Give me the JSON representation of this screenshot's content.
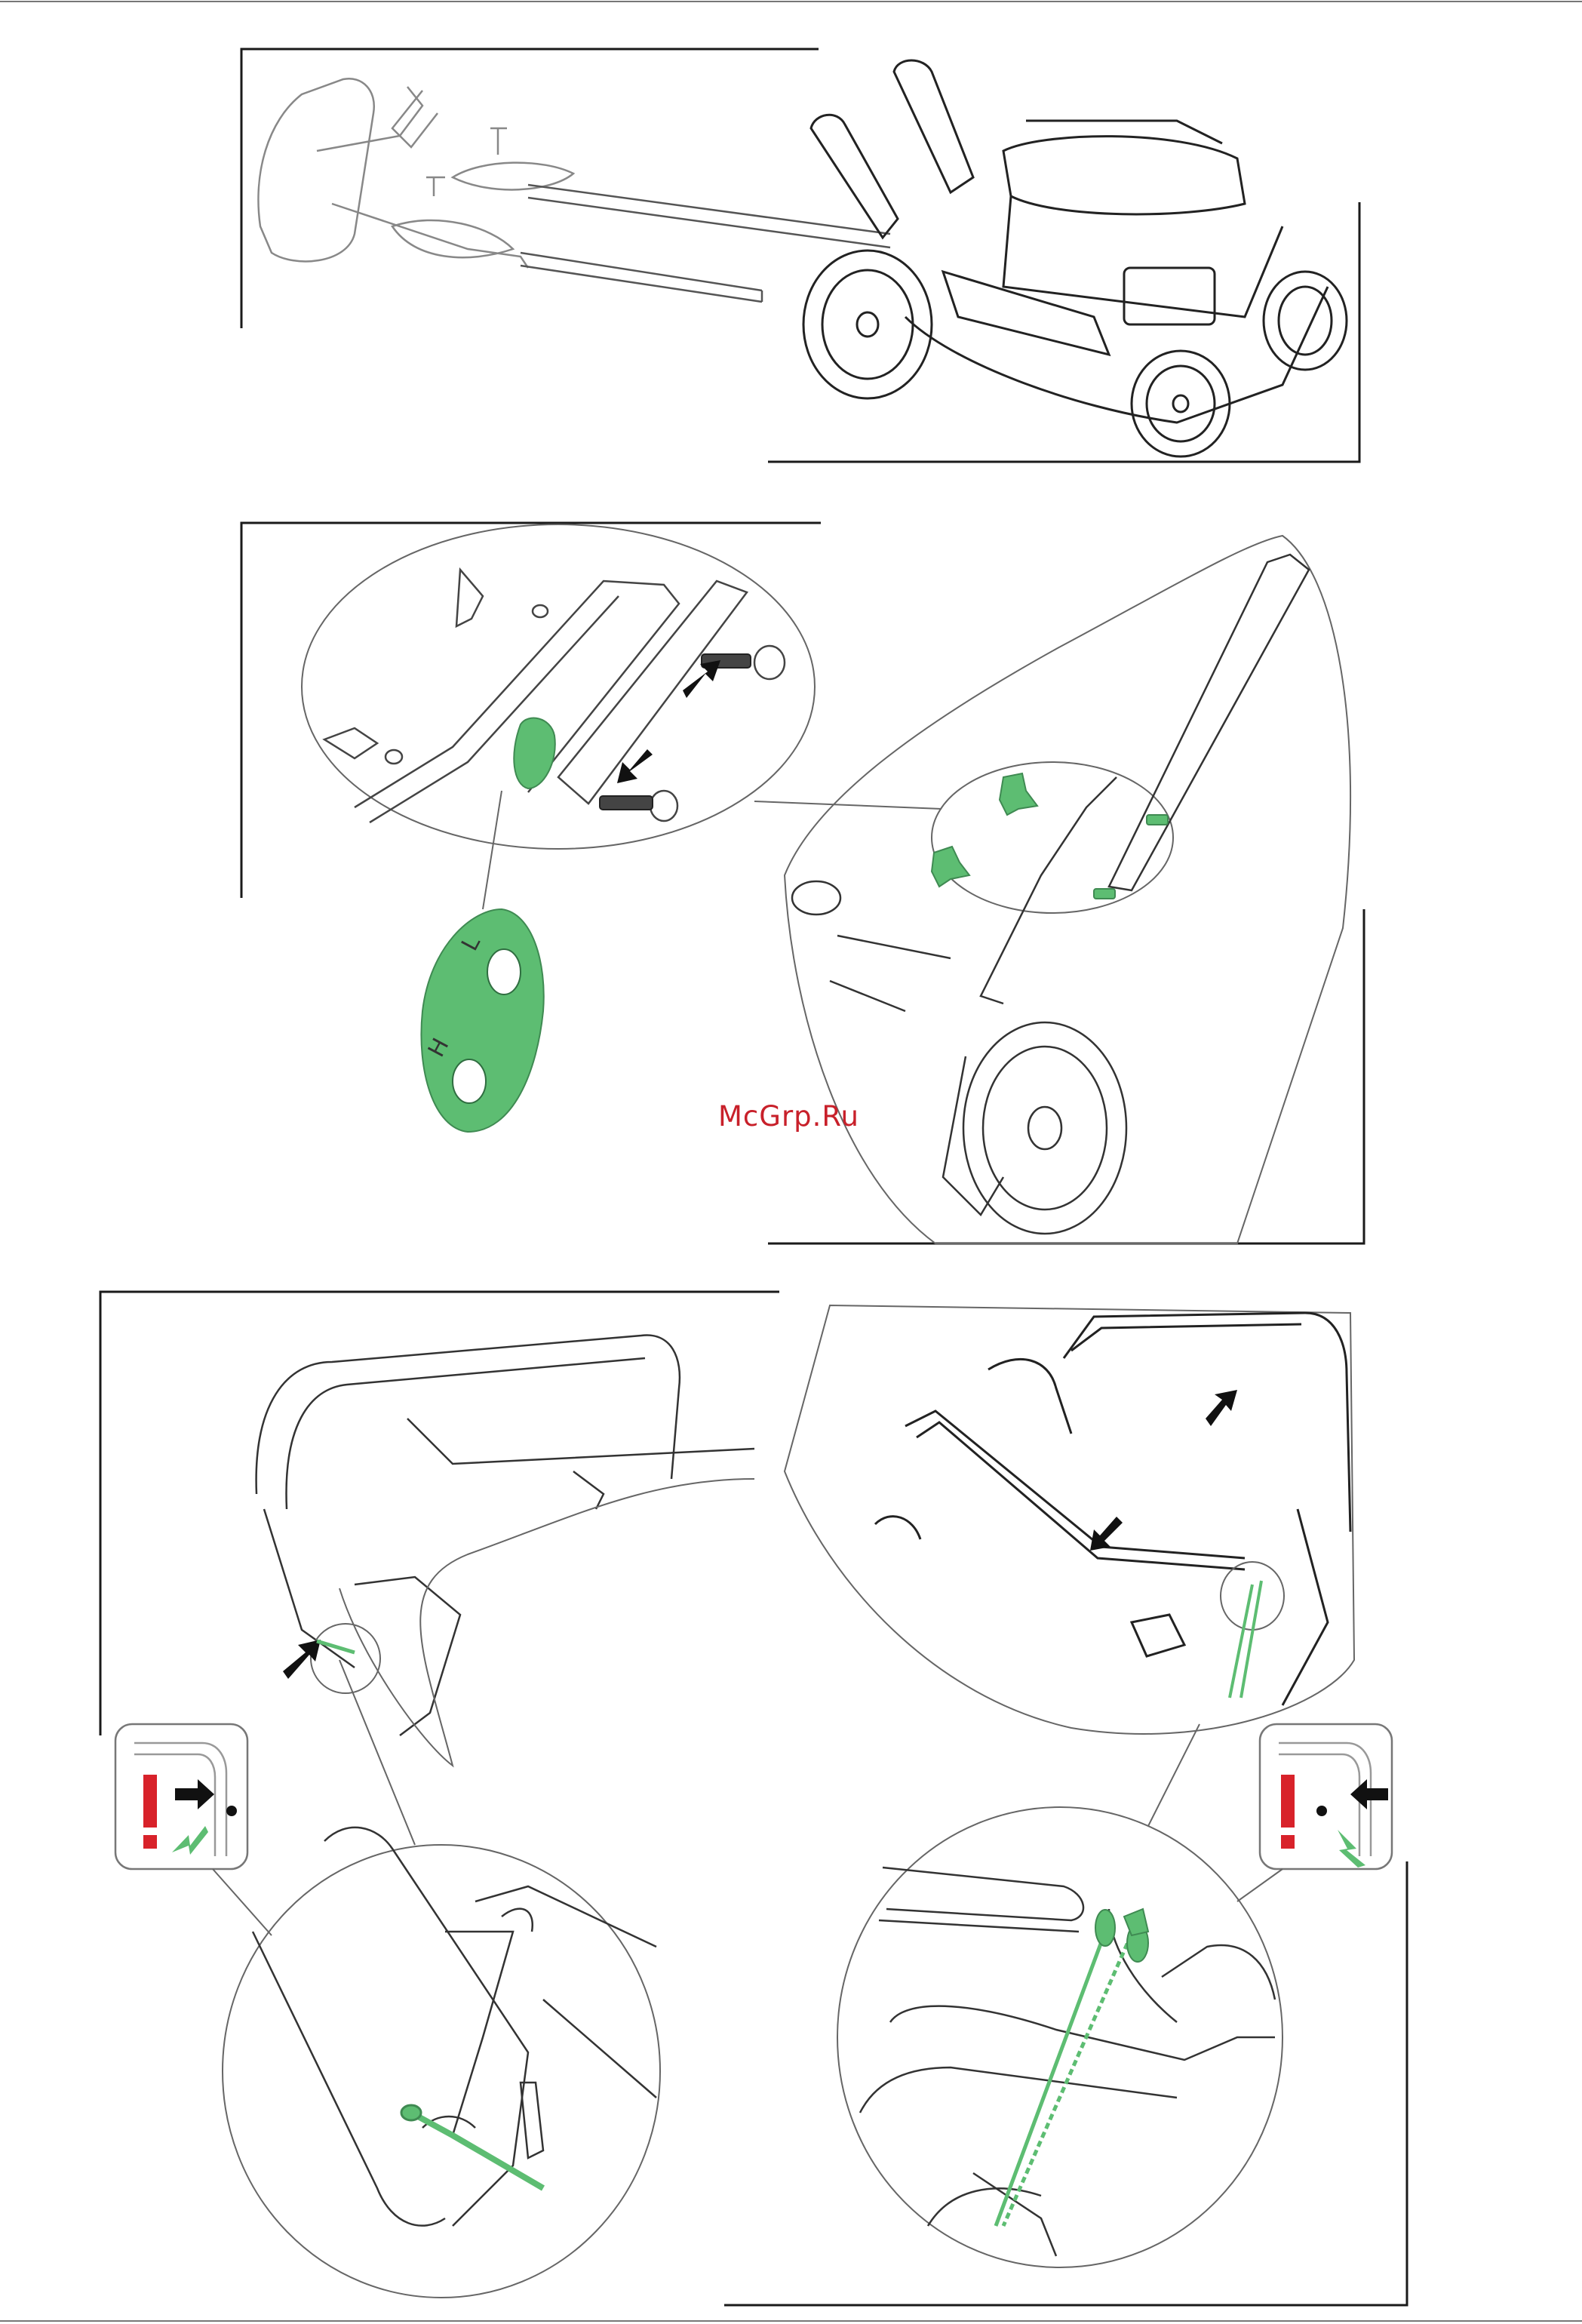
{
  "watermark": {
    "text": "McGrp.Ru"
  },
  "figure2": {
    "hole_label_low": "L",
    "hole_label_high": "H"
  },
  "colors": {
    "accent_green": "#5dbd72",
    "warning_red": "#d8222a",
    "line": "#1a1a1a"
  },
  "icons": [
    "warning-icon",
    "arrow-right-icon",
    "arrow-left-icon",
    "cable-icon"
  ]
}
